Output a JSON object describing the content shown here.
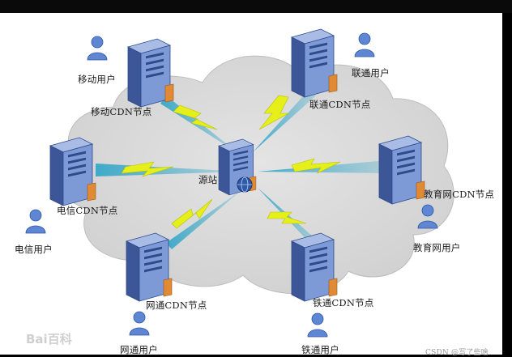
{
  "diagram": {
    "source_label": "源站",
    "nodes": {
      "mobile_cdn": "移动CDN节点",
      "unicom_cdn": "联通CDN节点",
      "telecom_cdn": "电信CDN节点",
      "edu_cdn": "教育网CDN节点",
      "netcom_cdn": "网通CDN节点",
      "railcom_cdn": "铁通CDN节点"
    },
    "users": {
      "mobile_user": "移动用户",
      "unicom_user": "联通用户",
      "telecom_user": "电信用户",
      "edu_user": "教育网用户",
      "netcom_user": "网通用户",
      "railcom_user": "铁通用户"
    }
  },
  "watermarks": {
    "baidu_logo_text": "Bai百科",
    "csdn_credit": "CSDN @写了些啥"
  },
  "colors": {
    "cloud_fill": "#d7d7d7",
    "server_body": "#6a86c6",
    "server_side": "#3c5698",
    "server_front": "#7d99d6",
    "person": "#5e86d2",
    "lightning": "#e6ef1a",
    "beam": "#37a7c8"
  }
}
